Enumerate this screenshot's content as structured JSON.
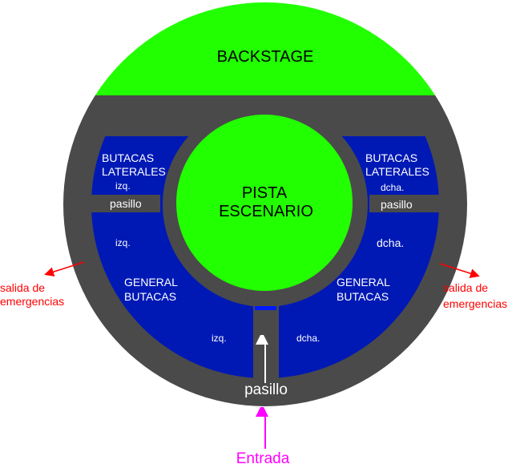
{
  "colors": {
    "stage_green": "#22ff00",
    "corridor_gray": "#4a4a4a",
    "seating_blue": "#0019b5",
    "exit_red": "#ff0000",
    "entrance_magenta": "#ff00ff"
  },
  "backstage": {
    "label": "BACKSTAGE"
  },
  "stage": {
    "line1": "PISTA",
    "line2": "ESCENARIO"
  },
  "lateral_left": {
    "line1": "BUTACAS",
    "line2": "LATERALES",
    "side": "izq."
  },
  "lateral_right": {
    "line1": "BUTACAS",
    "line2": "LATERALES",
    "side": "dcha."
  },
  "aisle_left": {
    "label": "pasillo"
  },
  "aisle_right": {
    "label": "pasillo"
  },
  "general_left": {
    "line1": "GENERAL",
    "line2": "BUTACAS",
    "side_top": "izq.",
    "side_bottom": "izq."
  },
  "general_right": {
    "line1": "GENERAL",
    "line2": "BUTACAS",
    "side_top": "dcha.",
    "side_bottom": "dcha."
  },
  "center_aisle": {
    "label": "pasillo"
  },
  "exit_left": {
    "line1": "salida de",
    "line2": "emergencias"
  },
  "exit_right": {
    "line1": "salida de",
    "line2": "emergencias"
  },
  "entrance": {
    "label": "Entrada"
  }
}
